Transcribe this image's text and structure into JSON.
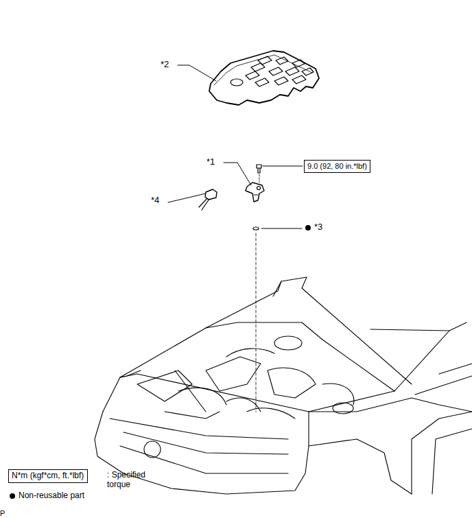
{
  "diagram": {
    "nodes": [
      {
        "text": [
          "9.0 (92, 80 in.*lbf)"
        ]
      },
      {
        "text": [
          "N*m (kgf*cm, ft.*lbf)"
        ]
      }
    ],
    "labels": [
      "*2",
      "*1",
      "*4",
      "*3",
      "P"
    ],
    "legend": [
      {
        "text": ": Specified torque"
      },
      {
        "text": "Non-reusable part"
      }
    ]
  }
}
